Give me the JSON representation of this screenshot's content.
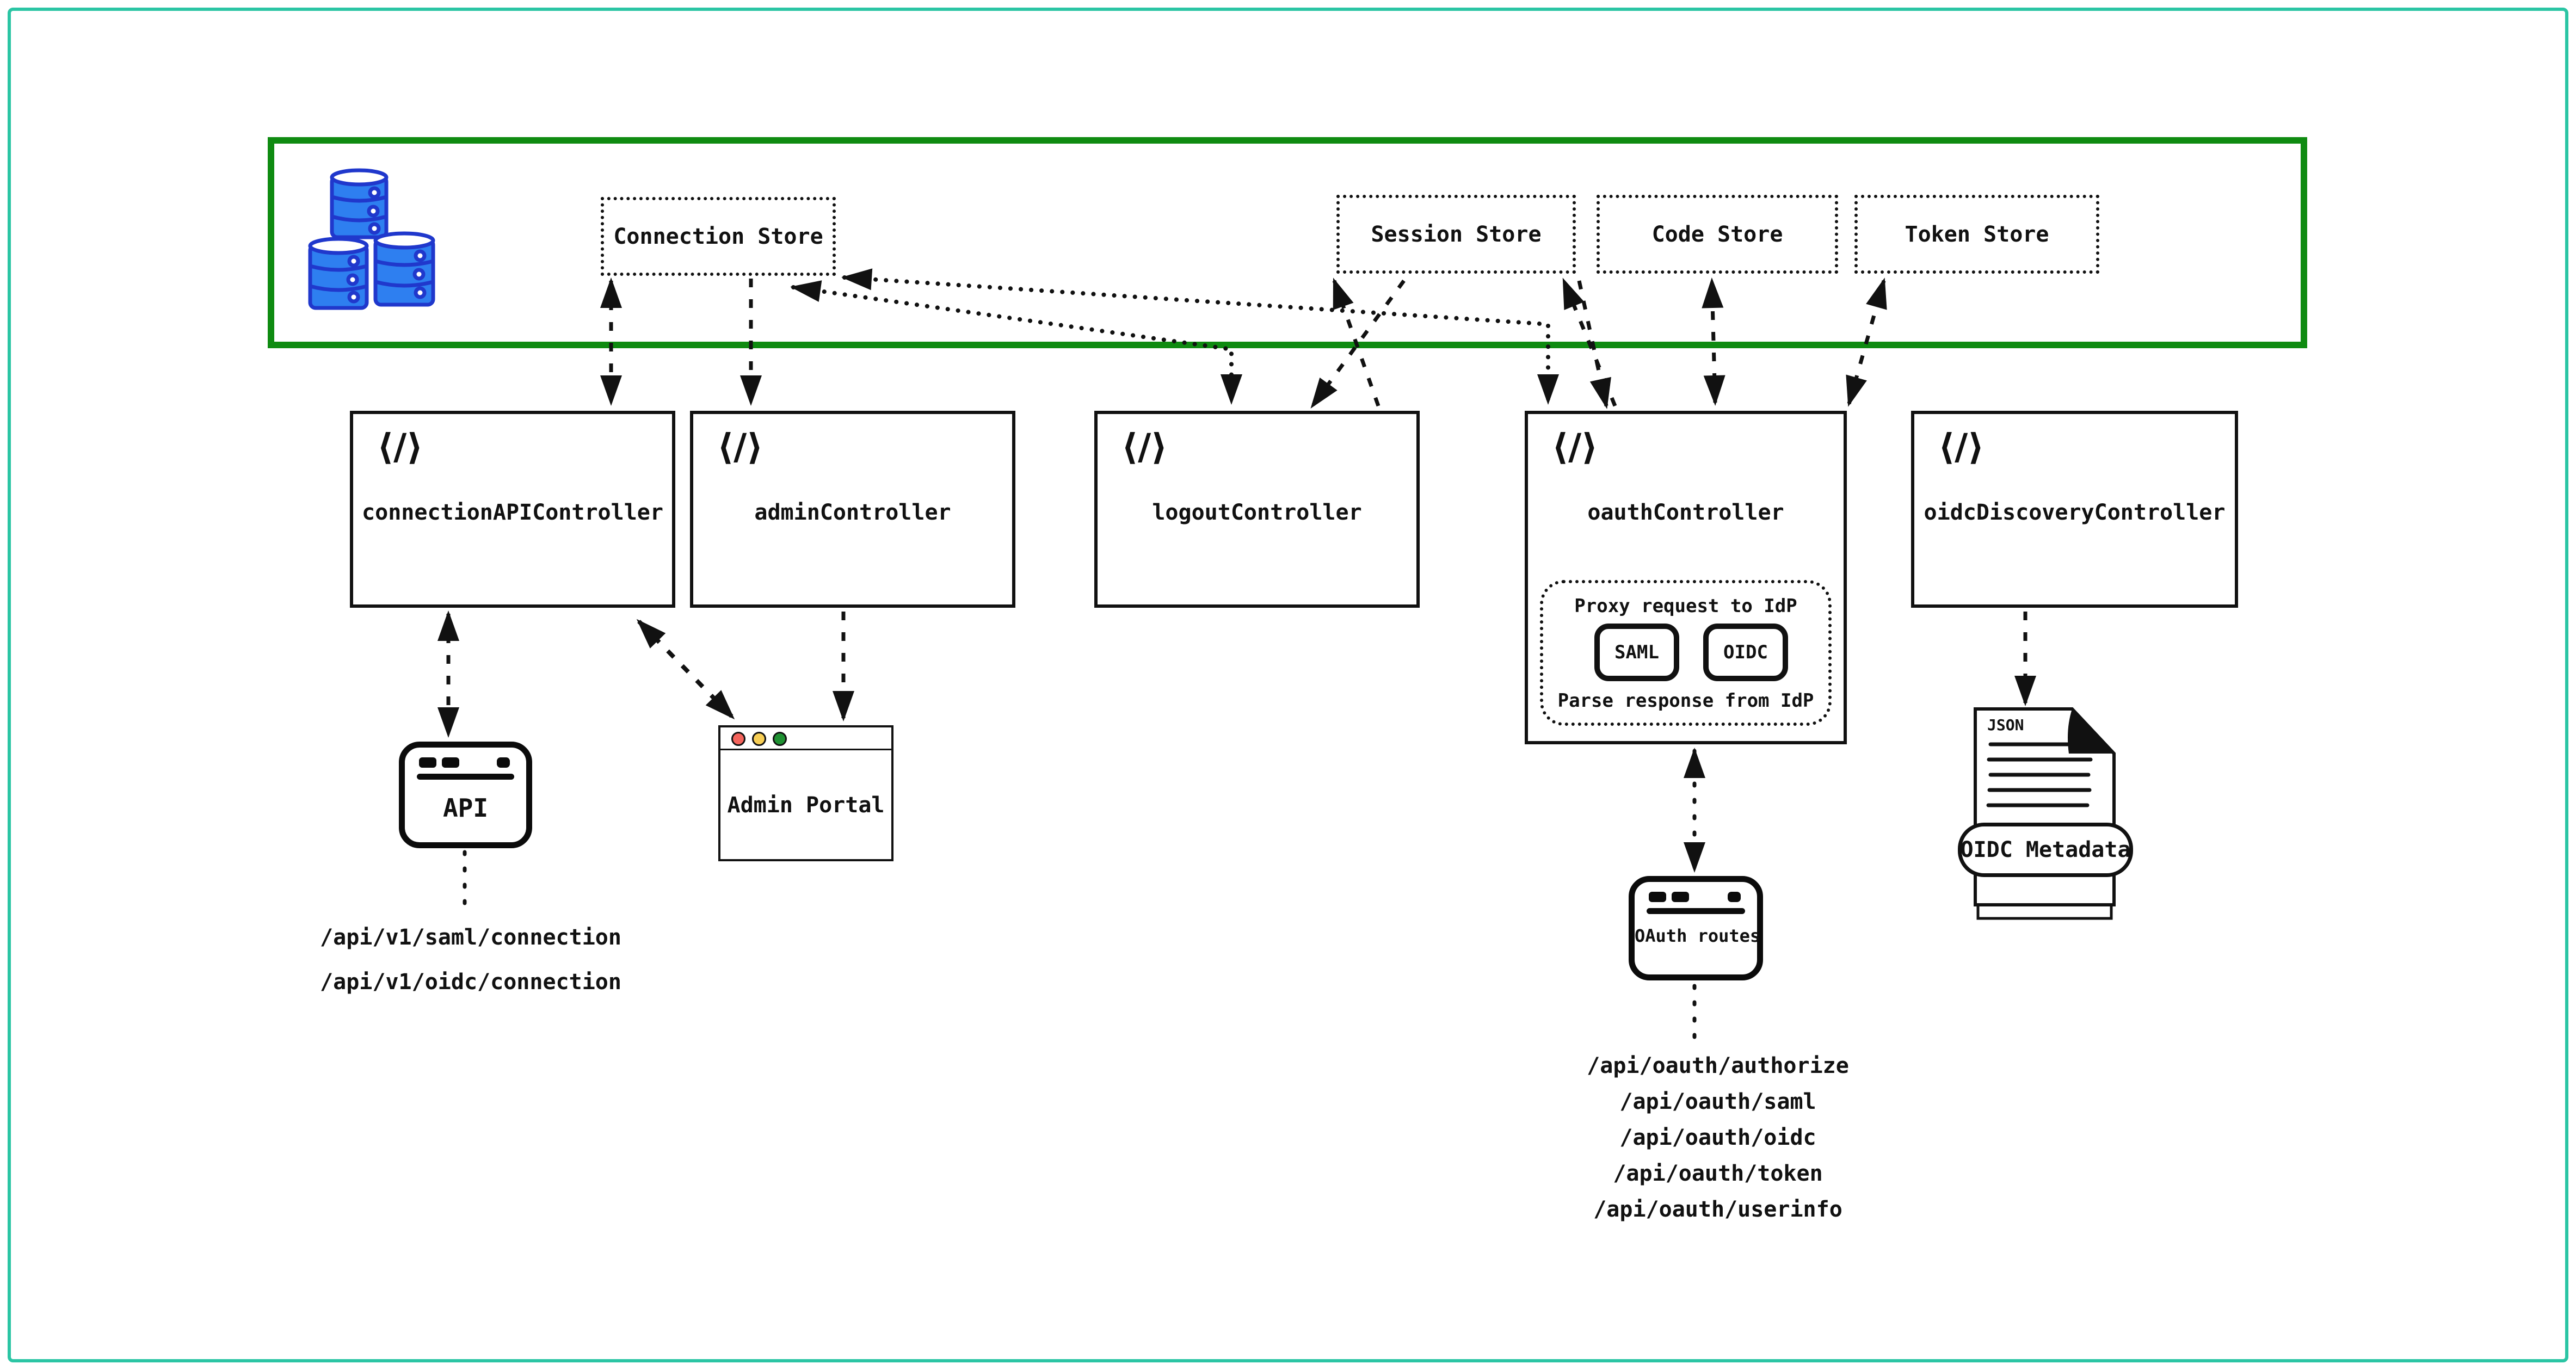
{
  "colors": {
    "frame_teal": "#2bc5a4",
    "storage_zone_green": "#0f8b11",
    "line_black": "#111111",
    "db_fill": "#2e7ff0",
    "db_outline": "#2038cc",
    "traffic_red": "#f4645c",
    "traffic_yellow": "#f7ce55",
    "traffic_green": "#1f9132"
  },
  "icons": {
    "code_glyph": "⟨/⟩"
  },
  "storage_zone": {
    "database_icon": "database-cylinders-icon",
    "stores": [
      {
        "label": "Connection Store"
      },
      {
        "label": "Session Store"
      },
      {
        "label": "Code Store"
      },
      {
        "label": "Token Store"
      }
    ]
  },
  "controllers": [
    {
      "label": "connectionAPIController"
    },
    {
      "label": "adminController"
    },
    {
      "label": "logoutController"
    },
    {
      "label": "oauthController"
    },
    {
      "label": "oidcDiscoveryController"
    }
  ],
  "oauth_controller_detail": {
    "header": "Proxy request to IdP",
    "protocols": [
      {
        "label": "SAML"
      },
      {
        "label": "OIDC"
      }
    ],
    "footer": "Parse response from IdP"
  },
  "clients": {
    "api_window": {
      "label": "API",
      "routes": [
        "/api/v1/saml/connection",
        "/api/v1/oidc/connection"
      ]
    },
    "admin_portal_window": {
      "label": "Admin Portal"
    },
    "oauth_routes_window": {
      "label": "OAuth routes",
      "routes": [
        "/api/oauth/authorize",
        "/api/oauth/saml",
        "/api/oauth/oidc",
        "/api/oauth/token",
        "/api/oauth/userinfo"
      ]
    },
    "oidc_metadata_file": {
      "file_type": "JSON",
      "label": "OIDC Metadata"
    }
  }
}
